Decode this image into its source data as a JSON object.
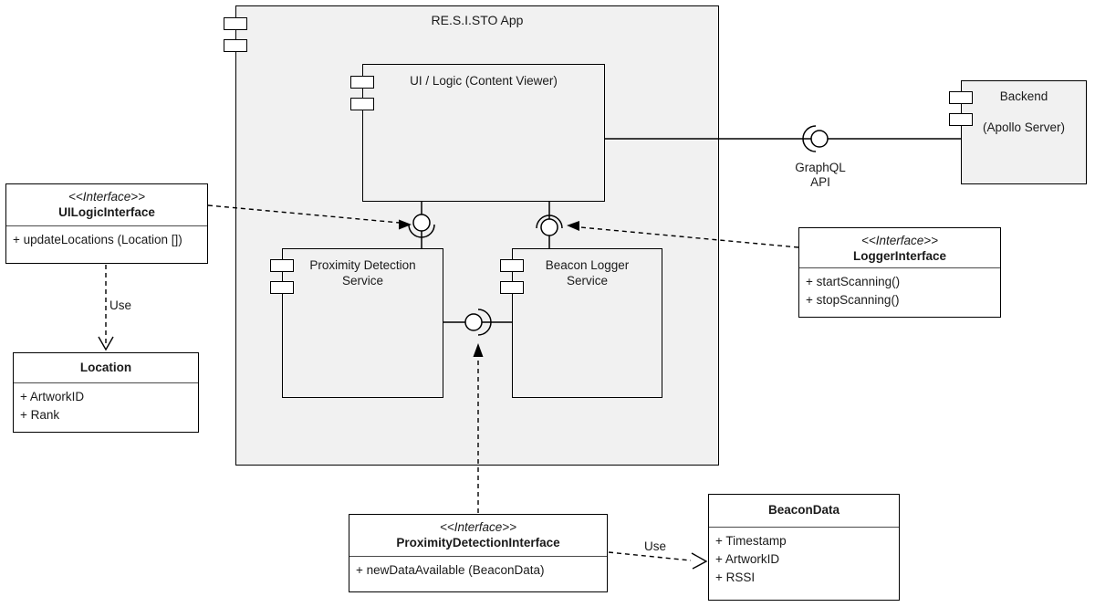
{
  "colors": {
    "component_fill": "#f1f1f1",
    "box_fill": "#ffffff",
    "stroke": "#000000",
    "background": "#ffffff"
  },
  "nodes": {
    "app": {
      "title": "RE.S.I.STO App"
    },
    "ui_logic": {
      "title": "UI / Logic (Content Viewer)"
    },
    "proximity": {
      "line1": "Proximity Detection",
      "line2": "Service"
    },
    "beacon_logger": {
      "line1": "Beacon Logger",
      "line2": "Service"
    },
    "backend": {
      "line1": "Backend",
      "line2": "(Apollo Server)"
    },
    "ui_logic_interface": {
      "stereotype": "<<Interface>>",
      "name": "UILogicInterface",
      "members": [
        "+ updateLocations (Location [])"
      ]
    },
    "logger_interface": {
      "stereotype": "<<Interface>>",
      "name": "LoggerInterface",
      "members": [
        "+ startScanning()",
        "+ stopScanning()"
      ]
    },
    "proximity_interface": {
      "stereotype": "<<Interface>>",
      "name": "ProximityDetectionInterface",
      "members": [
        "+ newDataAvailable (BeaconData)"
      ]
    },
    "location": {
      "name": "Location",
      "members": [
        "+ ArtworkID",
        "+ Rank"
      ]
    },
    "beacon_data": {
      "name": "BeaconData",
      "members": [
        "+ Timestamp",
        "+ ArtworkID",
        "+ RSSI"
      ]
    }
  },
  "edges": {
    "graphql_line1": "GraphQL",
    "graphql_line2": "API",
    "use_location": "Use",
    "use_beacon_data": "Use"
  }
}
